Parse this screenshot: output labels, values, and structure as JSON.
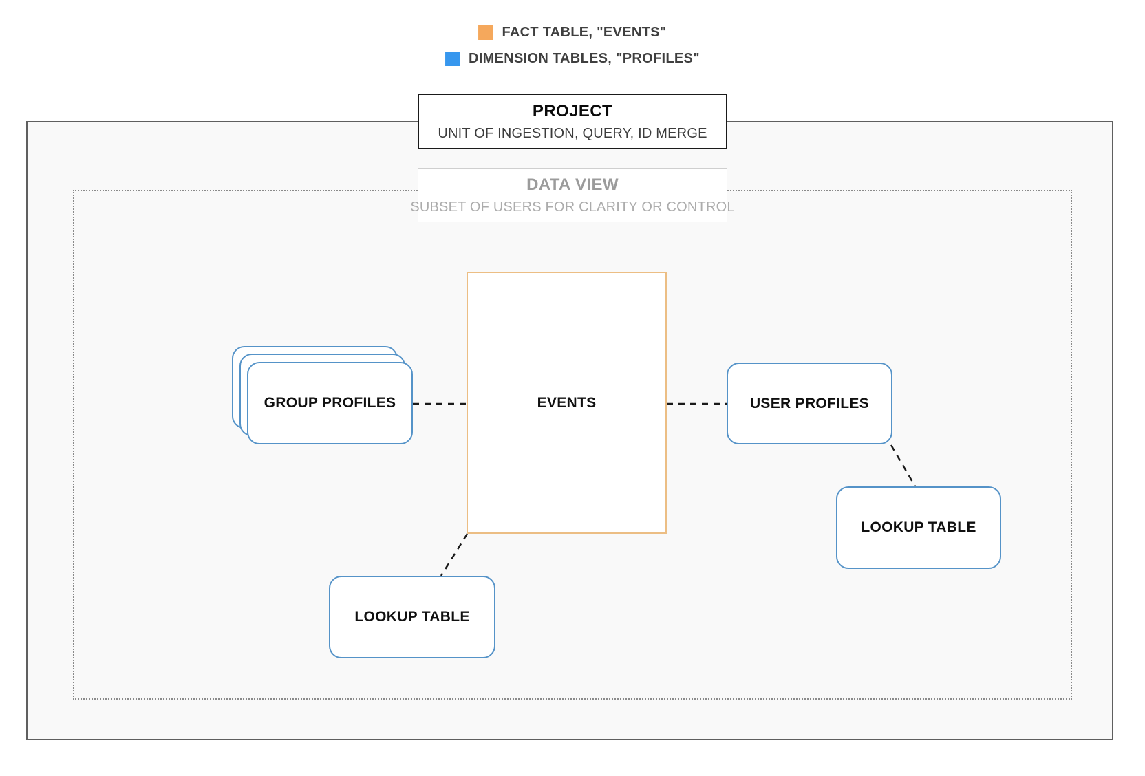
{
  "legend": {
    "items": [
      {
        "id": "fact-table",
        "label": "FACT TABLE, \"EVENTS\"",
        "color": "#F5A85C"
      },
      {
        "id": "dimension-tables",
        "label": "DIMENSION TABLES, \"PROFILES\"",
        "color": "#3797EE"
      }
    ]
  },
  "project": {
    "title": "PROJECT",
    "subtitle": "UNIT OF INGESTION, QUERY, ID MERGE"
  },
  "data_view": {
    "title": "DATA VIEW",
    "subtitle": "SUBSET OF USERS FOR CLARITY OR CONTROL"
  },
  "nodes": {
    "group_profiles": {
      "label": "GROUP PROFILES"
    },
    "events": {
      "label": "EVENTS"
    },
    "user_profiles": {
      "label": "USER PROFILES"
    },
    "lookup_table_bottom": {
      "label": "LOOKUP TABLE"
    },
    "lookup_table_right": {
      "label": "LOOKUP TABLE"
    }
  },
  "colors": {
    "fact_table_orange": "#F5A85C",
    "dimension_table_blue": "#3797EE",
    "events_border_orange": "#ECBE84",
    "profile_card_border_blue": "#5593C8",
    "outer_box_border": "#5f5f5f",
    "outer_box_fill": "#f9f9f9",
    "dotted_box_border": "#8a8a8a"
  }
}
